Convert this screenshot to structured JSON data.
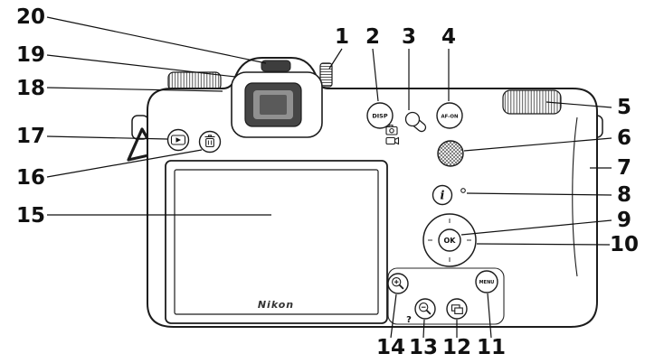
{
  "callouts": [
    "1",
    "2",
    "3",
    "4",
    "5",
    "6",
    "7",
    "8",
    "9",
    "10",
    "11",
    "12",
    "13",
    "14",
    "15",
    "16",
    "17",
    "18",
    "19",
    "20"
  ],
  "buttons": {
    "disp": "DISP",
    "af_on": "AF-ON",
    "i": "i",
    "ok": "OK",
    "menu": "MENU",
    "help": "?"
  },
  "monitor": {
    "brand": "Nikon"
  }
}
